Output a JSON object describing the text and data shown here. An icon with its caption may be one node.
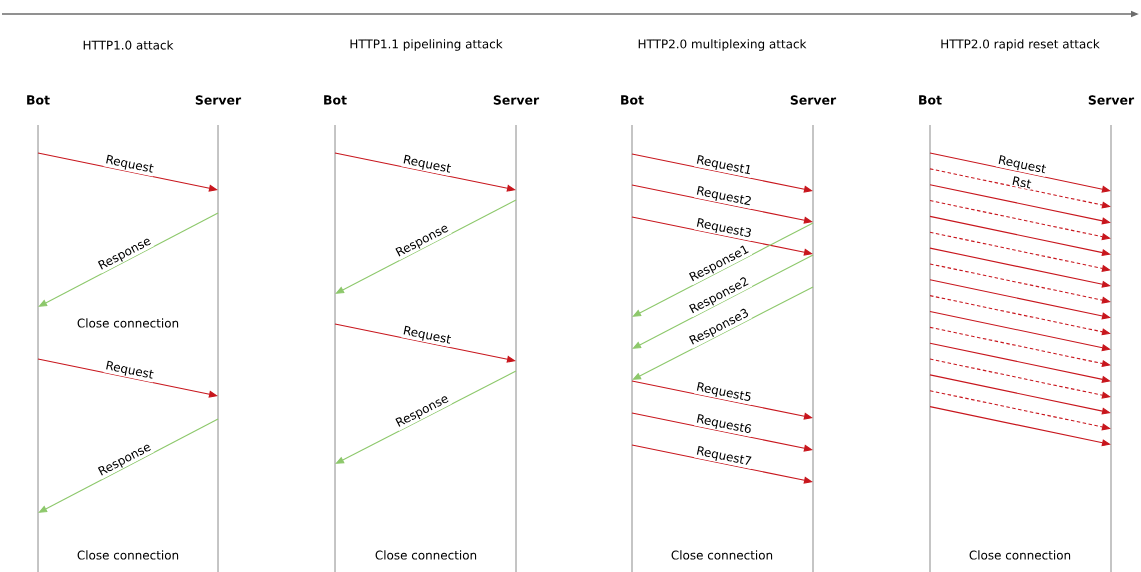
{
  "diagram": {
    "nodes": [
      {
        "text": [
          "Bot"
        ]
      },
      {
        "text": [
          "Server"
        ]
      },
      {
        "text": [
          "Bot"
        ]
      },
      {
        "text": [
          "Server"
        ]
      },
      {
        "text": [
          "Bot"
        ]
      },
      {
        "text": [
          "Server"
        ]
      },
      {
        "text": [
          "Bot"
        ]
      },
      {
        "text": [
          "Server"
        ]
      }
    ],
    "edges": [
      {
        "from": 0,
        "to": 1,
        "arrow": "to",
        "label": "Request"
      },
      {
        "from": 1,
        "to": 0,
        "arrow": "to",
        "label": "Response",
        "color": "#8dc86b"
      },
      {
        "from": 0,
        "to": 1,
        "arrow": "to",
        "label": "Request"
      },
      {
        "from": 1,
        "to": 0,
        "arrow": "to",
        "label": "Response",
        "color": "#8dc86b"
      },
      {
        "from": 2,
        "to": 3,
        "arrow": "to",
        "label": "Request"
      },
      {
        "from": 3,
        "to": 2,
        "arrow": "to",
        "label": "Response",
        "color": "#8dc86b"
      },
      {
        "from": 2,
        "to": 3,
        "arrow": "to",
        "label": "Request"
      },
      {
        "from": 3,
        "to": 2,
        "arrow": "to",
        "label": "Response",
        "color": "#8dc86b"
      },
      {
        "from": 4,
        "to": 5,
        "arrow": "to",
        "label": "Request1"
      },
      {
        "from": 4,
        "to": 5,
        "arrow": "to",
        "label": "Request2"
      },
      {
        "from": 4,
        "to": 5,
        "arrow": "to",
        "label": "Request3"
      },
      {
        "from": 5,
        "to": 4,
        "arrow": "to",
        "label": "Response1",
        "color": "#8dc86b"
      },
      {
        "from": 5,
        "to": 4,
        "arrow": "to",
        "label": "Response2",
        "color": "#8dc86b"
      },
      {
        "from": 5,
        "to": 4,
        "arrow": "to",
        "label": "Response3",
        "color": "#8dc86b"
      },
      {
        "from": 4,
        "to": 5,
        "arrow": "to",
        "label": "Request5"
      },
      {
        "from": 4,
        "to": 5,
        "arrow": "to",
        "label": "Request6"
      },
      {
        "from": 4,
        "to": 5,
        "arrow": "to",
        "label": "Request7"
      },
      {
        "from": 6,
        "to": 7,
        "arrow": "to",
        "label": "Request"
      },
      {
        "from": 6,
        "to": 7,
        "arrow": "to",
        "label": "Rst",
        "style": "dashed"
      },
      {
        "from": 6,
        "to": 7,
        "arrow": "to"
      },
      {
        "from": 6,
        "to": 7,
        "arrow": "to",
        "style": "dashed"
      },
      {
        "from": 6,
        "to": 7,
        "arrow": "to"
      },
      {
        "from": 6,
        "to": 7,
        "arrow": "to",
        "style": "dashed"
      },
      {
        "from": 6,
        "to": 7,
        "arrow": "to"
      },
      {
        "from": 6,
        "to": 7,
        "arrow": "to",
        "style": "dashed"
      },
      {
        "from": 6,
        "to": 7,
        "arrow": "to"
      },
      {
        "from": 6,
        "to": 7,
        "arrow": "to",
        "style": "dashed"
      },
      {
        "from": 6,
        "to": 7,
        "arrow": "to"
      },
      {
        "from": 6,
        "to": 7,
        "arrow": "to",
        "style": "dashed"
      },
      {
        "from": 6,
        "to": 7,
        "arrow": "to"
      },
      {
        "from": 6,
        "to": 7,
        "arrow": "to",
        "style": "dashed"
      },
      {
        "from": 6,
        "to": 7,
        "arrow": "to"
      },
      {
        "from": 6,
        "to": 7,
        "arrow": "to",
        "style": "dashed"
      },
      {
        "from": 6,
        "to": 7,
        "arrow": "to"
      }
    ],
    "labels": [
      "HTTP1.0 attack",
      "HTTP1.1 pipelining attack",
      "HTTP2.0 multiplexing attack",
      "HTTP2.0 rapid reset attack",
      "Close connection",
      "Close connection",
      "Close connection",
      "Close connection",
      "Close connection"
    ]
  }
}
